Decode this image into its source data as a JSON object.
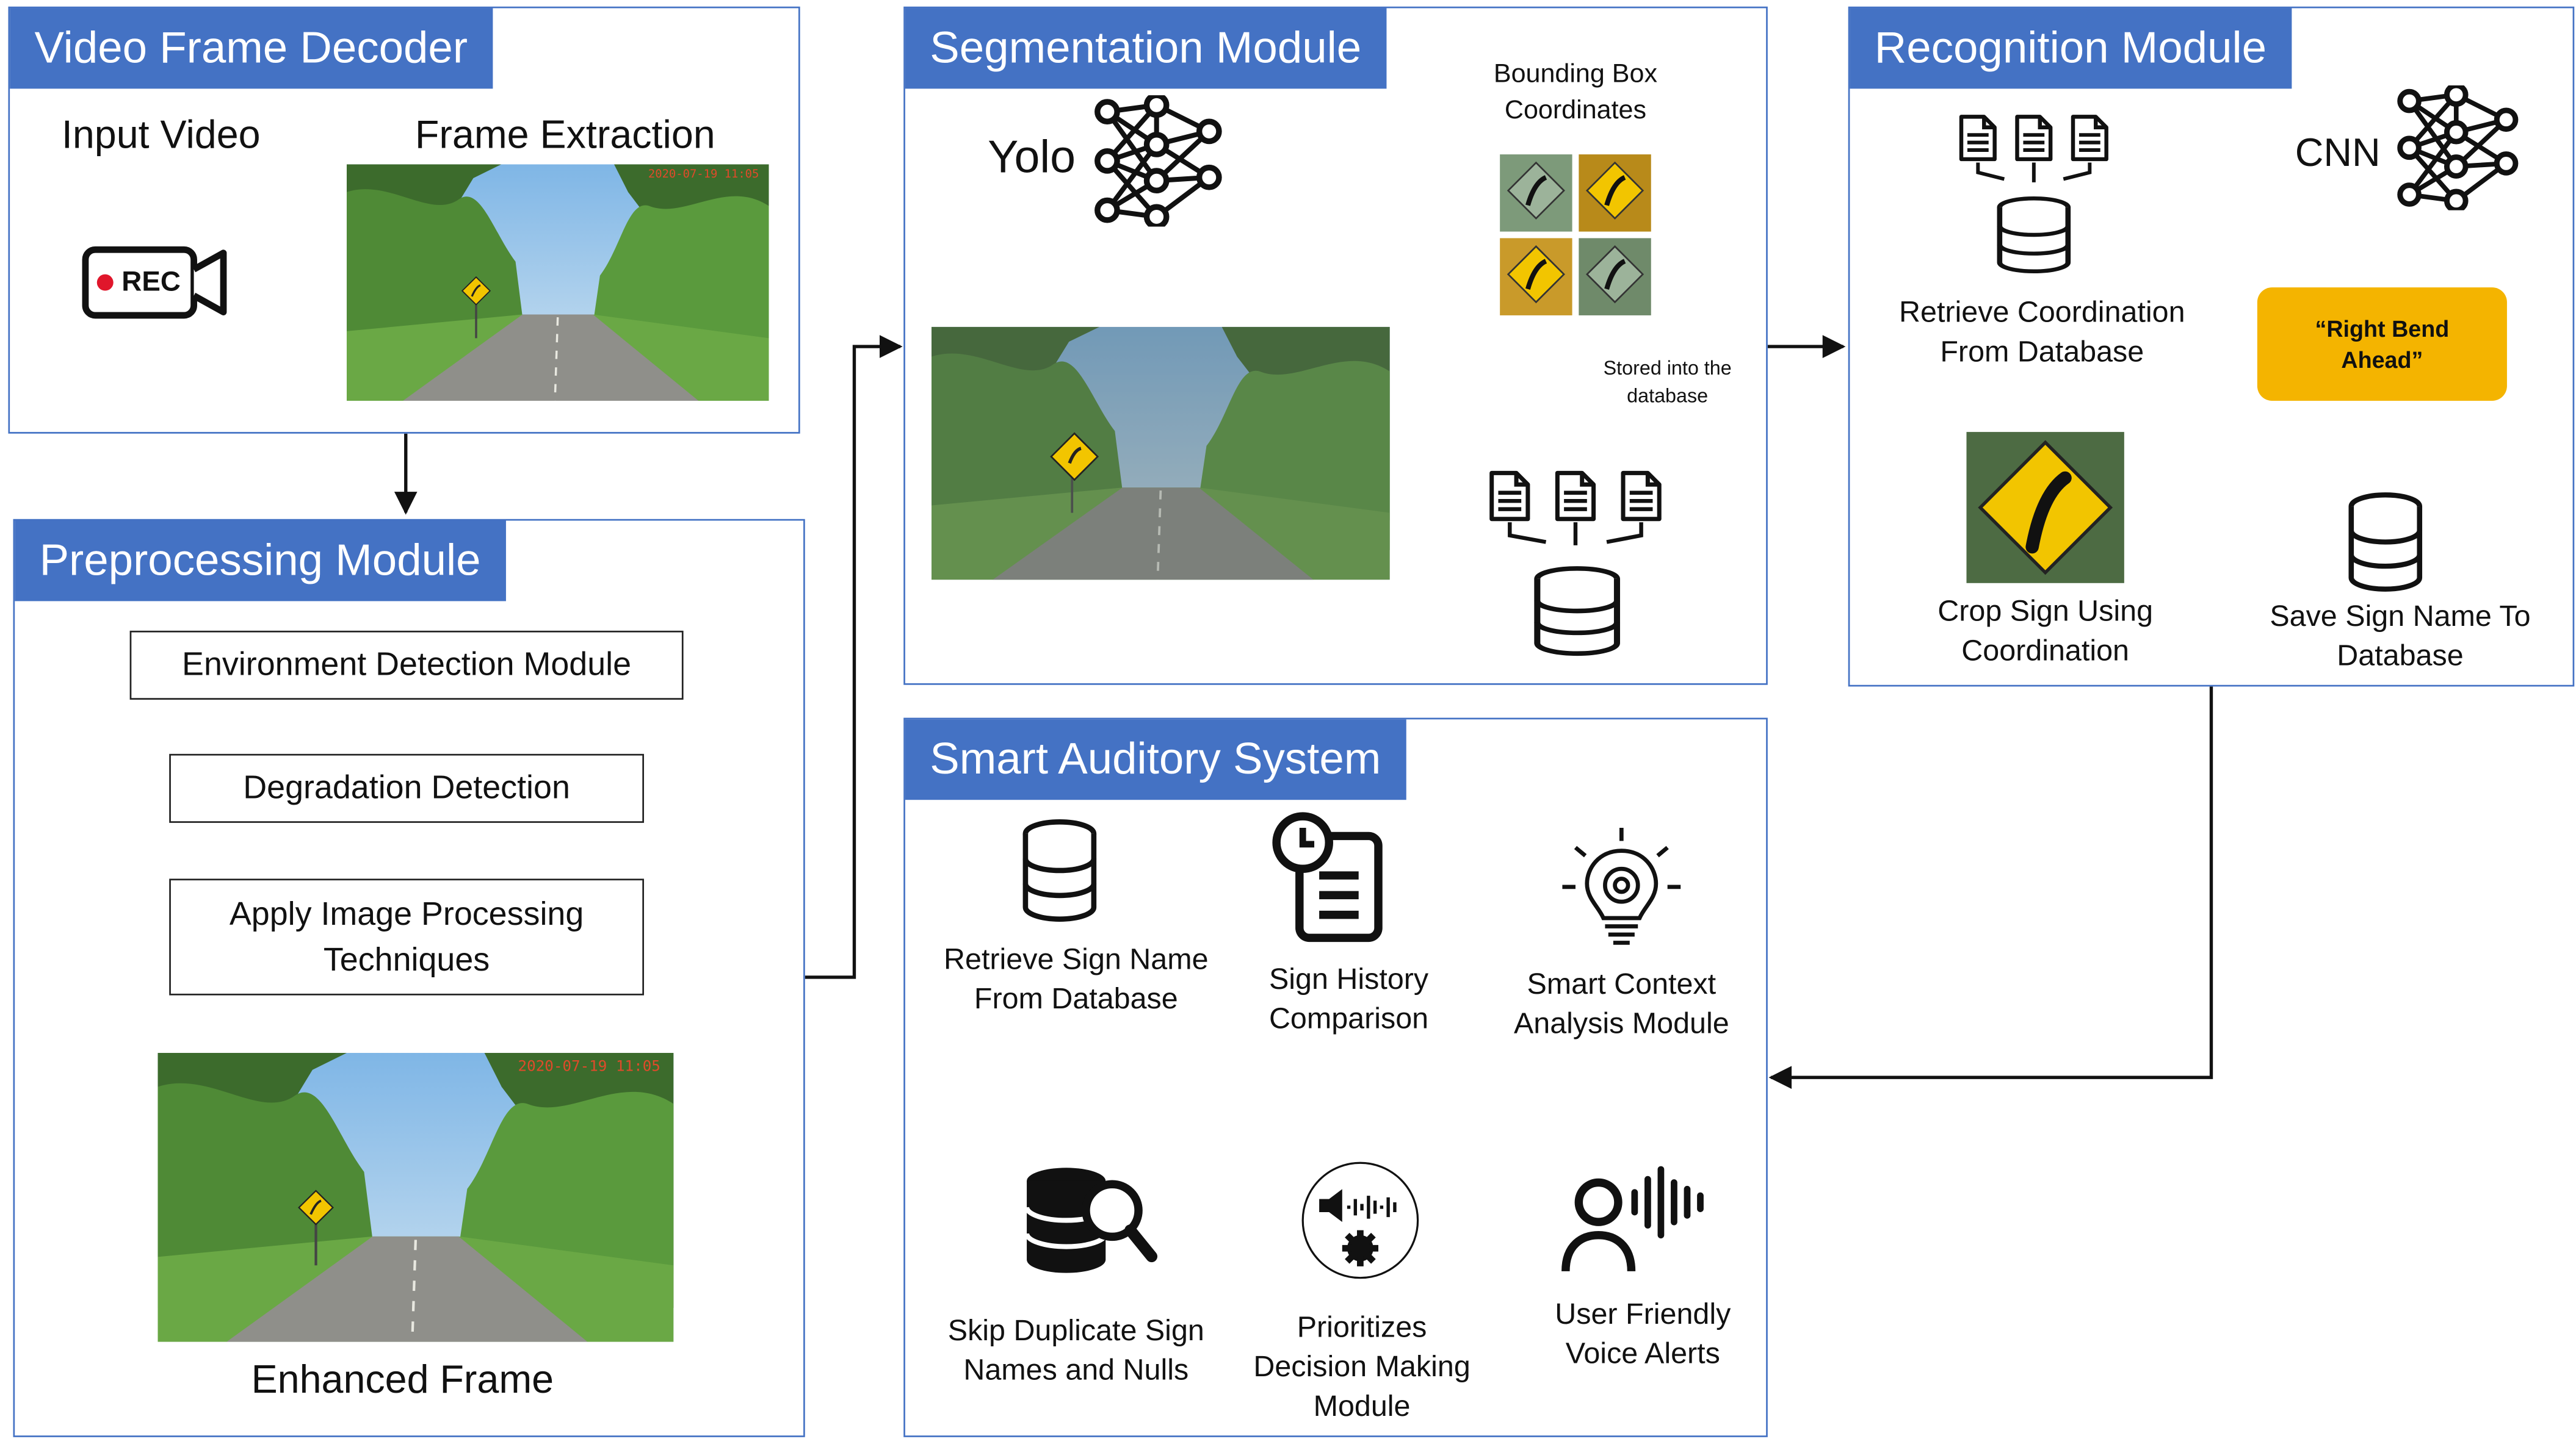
{
  "video_decoder": {
    "title": "Video Frame Decoder",
    "input_label": "Input Video",
    "extract_label": "Frame Extraction",
    "rec_label": "REC",
    "timestamp": "2020-07-19 11:05"
  },
  "preprocessing": {
    "title": "Preprocessing Module",
    "step1": "Environment Detection Module",
    "step2": "Degradation Detection",
    "step3": "Apply Image Processing\nTechniques",
    "enhanced_label": "Enhanced Frame",
    "timestamp": "2020-07-19 11:05"
  },
  "segmentation": {
    "title": "Segmentation Module",
    "yolo_label": "Yolo",
    "bbox_label": "Bounding Box\nCoordinates",
    "stored_label": "Stored into the\ndatabase"
  },
  "recognition": {
    "title": "Recognition Module",
    "cnn_label": "CNN",
    "retrieve_label": "Retrieve Coordination\nFrom Database",
    "crop_label": "Crop Sign Using\nCoordination",
    "callout": "“Right Bend\nAhead”",
    "save_label": "Save Sign Name To\nDatabase"
  },
  "auditory": {
    "title": "Smart Auditory System",
    "retrieve_label": "Retrieve Sign Name\nFrom Database",
    "history_label": "Sign History\nComparison",
    "context_label": "Smart Context\nAnalysis Module",
    "skip_label": "Skip Duplicate Sign\nNames and Nulls",
    "prioritize_label": "Prioritizes\nDecision Making\nModule",
    "voice_label": "User Friendly\nVoice Alerts"
  },
  "colors": {
    "accent": "#4472c4",
    "callout": "#f4b400",
    "sign": "#f2c500"
  },
  "icons": [
    "video-camera-icon",
    "neural-network-icon",
    "document-icon",
    "database-icon",
    "database-search-icon",
    "clock-document-icon",
    "audio-settings-icon",
    "lightbulb-gear-icon",
    "voice-user-icon",
    "road-sign-icon"
  ]
}
